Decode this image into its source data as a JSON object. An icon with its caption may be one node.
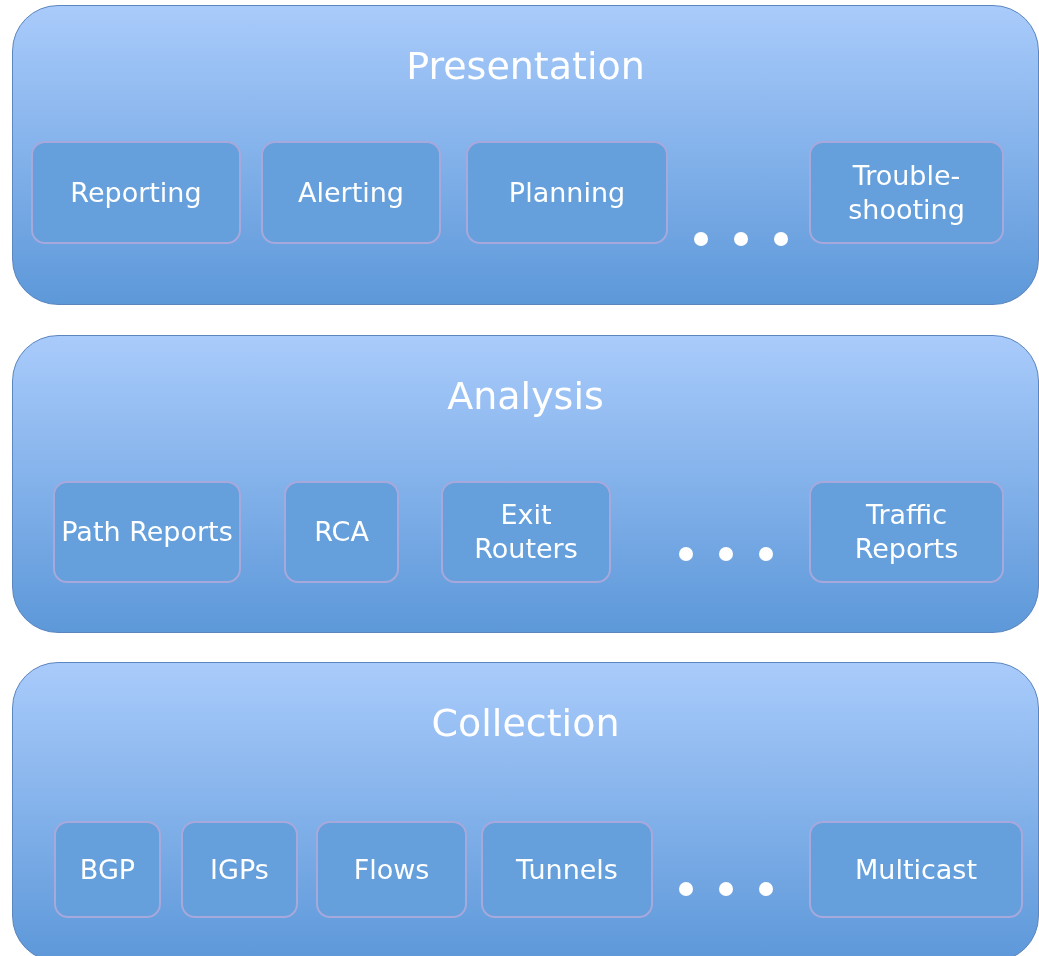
{
  "diagram": {
    "nodes": [
      {
        "text": [
          "Presentation"
        ]
      },
      {
        "text": [
          "Reporting"
        ],
        "in": 0
      },
      {
        "text": [
          "Alerting"
        ],
        "in": 0
      },
      {
        "text": [
          "Planning"
        ],
        "in": 0
      },
      {
        "text": [
          "Trouble-shooting"
        ],
        "in": 0
      },
      {
        "text": [
          "Analysis"
        ]
      },
      {
        "text": [
          "Path Reports"
        ],
        "in": 5
      },
      {
        "text": [
          "RCA"
        ],
        "in": 5
      },
      {
        "text": [
          "Exit Routers"
        ],
        "in": 5
      },
      {
        "text": [
          "Traffic Reports"
        ],
        "in": 5
      },
      {
        "text": [
          "Collection"
        ]
      },
      {
        "text": [
          "BGP"
        ],
        "in": 10
      },
      {
        "text": [
          "IGPs"
        ],
        "in": 10
      },
      {
        "text": [
          "Flows"
        ],
        "in": 10
      },
      {
        "text": [
          "Tunnels"
        ],
        "in": 10
      },
      {
        "text": [
          "Multicast"
        ],
        "in": 10
      }
    ]
  }
}
